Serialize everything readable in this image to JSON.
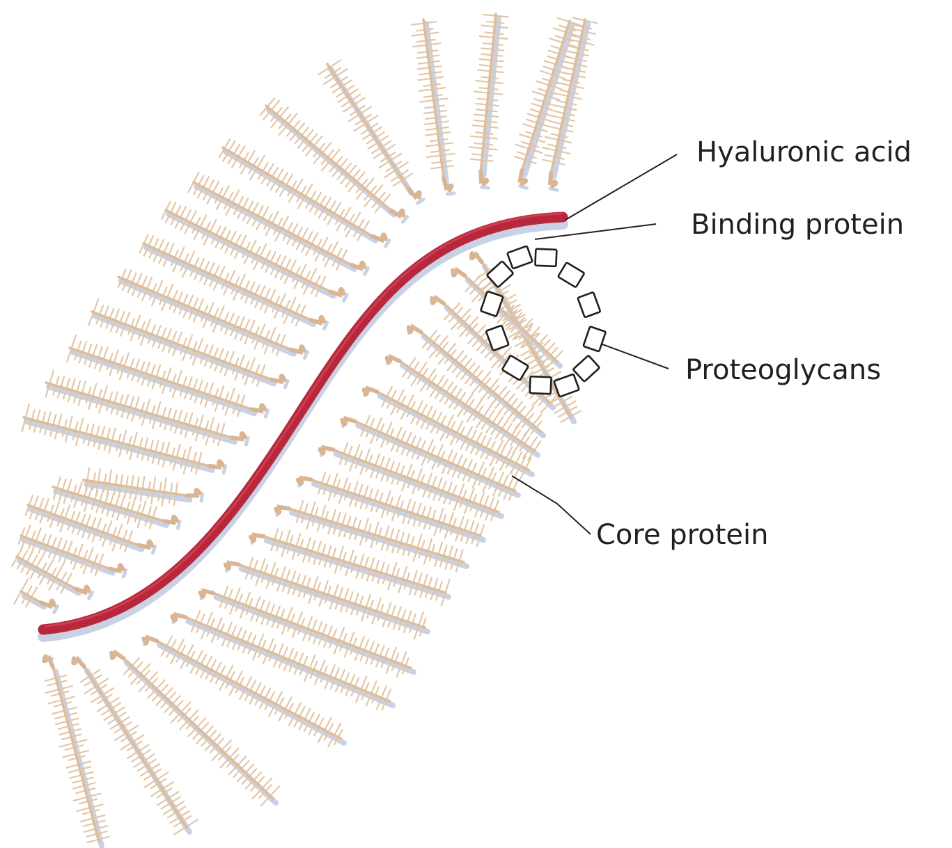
{
  "labels": {
    "hyaluronic_acid": "Hyaluronic acid",
    "binding_protein": "Binding protein",
    "proteoglycans": "Proteoglycans",
    "core_protein": "Core protein"
  },
  "colors": {
    "hyaluronic_acid": "#b8283c",
    "proteoglycan": "#e3c6a6",
    "binding_protein_shadow": "#c9d2e4",
    "outline": "#1d1d1d"
  }
}
